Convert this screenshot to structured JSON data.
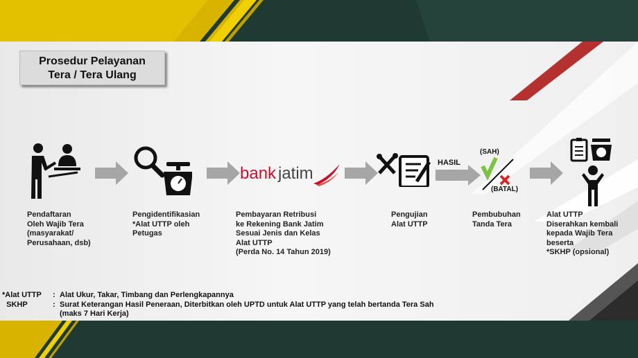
{
  "title": {
    "line1": "Prosedur Pelayanan",
    "line2": "Tera / Tera Ulang"
  },
  "bank": {
    "part1": "bank",
    "part2": "jatim"
  },
  "hasil_label": "HASIL",
  "sah_label": "(SAH)",
  "batal_label": "(BATAL)",
  "steps": [
    {
      "text": "Pendaftaran\nOleh Wajib Tera\n(masyarakat/\nPerusahaan, dsb)",
      "icon": "registration-icon"
    },
    {
      "text": "Pengidentifikasian\n*Alat UTTP oleh\nPetugas",
      "icon": "magnifier-scale-icon"
    },
    {
      "text": "Pembayaran Retribusi\nke Rekening Bank Jatim\nSesuai Jenis dan Kelas\nAlat UTTP\n(Perda No. 14 Tahun 2019)",
      "icon": "bank-jatim-logo"
    },
    {
      "text": "Pengujian\nAlat UTTP",
      "icon": "tools-checklist-icon"
    },
    {
      "text": "Pembubuhan\nTanda Tera",
      "icon": "check-cross-icon"
    },
    {
      "text": "Alat UTTP\nDiserahkan kembali\nkepada Wajib Tera\nbeserta\n*SKHP (opsional)",
      "icon": "person-scale-icon"
    }
  ],
  "notes": [
    {
      "key": "*Alat UTTP",
      "sep": ":",
      "value": "Alat Ukur, Takar, Timbang dan Perlengkapannya"
    },
    {
      "key": "  SKHP",
      "sep": ":",
      "value": "Surat Keterangan Hasil Peneraan, Diterbitkan oleh UPTD untuk Alat UTTP yang telah bertanda Tera Sah"
    },
    {
      "key": "",
      "sep": "",
      "value": "(maks 7 Hari Kerja)"
    }
  ],
  "colors": {
    "band": "#1f3a33",
    "accent_yellow": "#d8b400",
    "accent_red": "#b5312f",
    "arrow_gray": "#a6a6a6",
    "check_green": "#7dc242",
    "cross_red": "#d62828",
    "bank_red": "#c8102e"
  }
}
